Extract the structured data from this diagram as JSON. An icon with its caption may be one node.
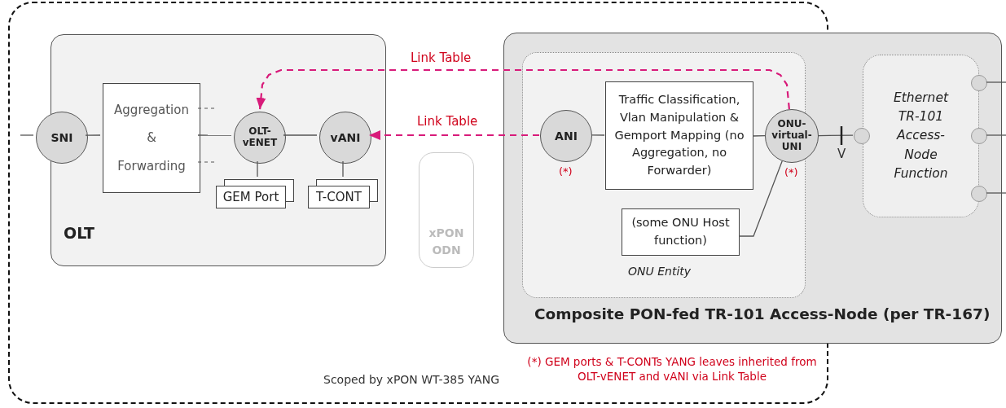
{
  "diagram": {
    "nodes": [
      {
        "text": [
          "Scoped by xPON WT-385 YANG"
        ]
      },
      {
        "text": [
          "OLT"
        ],
        "in": 0
      },
      {
        "text": [
          "SNI"
        ],
        "in": 1
      },
      {
        "text": [
          "Aggregation & Forwarding"
        ],
        "in": 1
      },
      {
        "text": [
          "OLT-vENET"
        ],
        "in": 1
      },
      {
        "text": [
          "vANI"
        ],
        "in": 1
      },
      {
        "text": [
          "GEM Port"
        ],
        "in": 1
      },
      {
        "text": [
          "T-CONT"
        ],
        "in": 1
      },
      {
        "text": [
          "xPON ODN"
        ],
        "in": 0
      },
      {
        "text": [
          "Composite PON-fed TR-101 Access-Node (per TR-167)"
        ]
      },
      {
        "text": [
          "ONU Entity"
        ]
      },
      {
        "text": [
          "ANI"
        ],
        "in": 10,
        "beside": [
          "(*)"
        ]
      },
      {
        "text": [
          "Traffic Classification, Vlan Manipulation & Gemport Mapping (no Aggregation, no Forwarder)"
        ],
        "in": 10
      },
      {
        "text": [
          "ONU-virtual-UNI"
        ],
        "beside": [
          "(*)"
        ]
      },
      {
        "text": [
          "(some ONU Host function)"
        ],
        "in": 10
      },
      {
        "text": [],
        "shape": "circle",
        "in": 9
      },
      {
        "text": [
          "Ethernet TR-101 Access-Node Function"
        ],
        "in": 9
      },
      {
        "text": [],
        "shape": "circle",
        "in": 9
      },
      {
        "text": [],
        "shape": "circle",
        "in": 9
      },
      {
        "text": [],
        "shape": "circle",
        "in": 9
      }
    ],
    "edges": [
      {
        "from": null,
        "to": 2,
        "arrow": "none"
      },
      {
        "from": 2,
        "to": 3,
        "arrow": "none"
      },
      {
        "from": 3,
        "to": 4,
        "arrow": "none"
      },
      {
        "from": 4,
        "to": 5,
        "arrow": "none"
      },
      {
        "from": 4,
        "to": 6,
        "arrow": "none"
      },
      {
        "from": 5,
        "to": 7,
        "arrow": "none"
      },
      {
        "from": 3,
        "to": null,
        "arrow": "none",
        "style": "dashed"
      },
      {
        "from": 3,
        "to": null,
        "arrow": "none",
        "style": "dashed"
      },
      {
        "from": 11,
        "to": 5,
        "arrow": "to",
        "label": "Link Table",
        "style": "dashed",
        "color": "#d81b7a"
      },
      {
        "from": 13,
        "to": 4,
        "arrow": "to",
        "label": "Link Table",
        "style": "dashed",
        "color": "#d81b7a"
      },
      {
        "from": 11,
        "to": 12,
        "arrow": "none"
      },
      {
        "from": 12,
        "to": 13,
        "arrow": "none"
      },
      {
        "from": 13,
        "to": 14,
        "arrow": "none"
      },
      {
        "from": 13,
        "to": 15,
        "arrow": "none"
      },
      {
        "from": 17,
        "to": null,
        "arrow": "none"
      },
      {
        "from": 18,
        "to": null,
        "arrow": "none"
      },
      {
        "from": 19,
        "to": null,
        "arrow": "none"
      }
    ],
    "labels": [
      "V",
      "(*) GEM ports & T-CONTs YANG leaves inherited from OLT-vENET and vANI via Link Table"
    ]
  }
}
